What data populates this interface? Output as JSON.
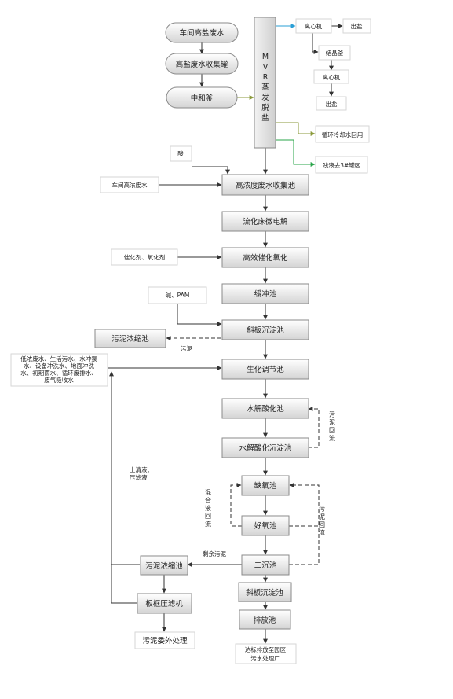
{
  "nodes": {
    "workshop_high_salt": "车间高盐废水",
    "high_salt_tank": "高盐废水收集罐",
    "neutralize_tank": "中和釜",
    "mvr": [
      "M",
      "V",
      "R",
      "蒸",
      "发",
      "脱",
      "盐"
    ],
    "centrifuge_1": "离心机",
    "salt_out_1": "出盐",
    "crystal_tank": "结晶釜",
    "centrifuge_2": "离心机",
    "salt_out_2": "出盐",
    "cooling_water_reuse": "循环冷却水回用",
    "residue_to_zone": "残液去3#罐区",
    "acid": "酸",
    "workshop_high_conc": "车间高浓废水",
    "high_conc_tank": "高浓度废水收集池",
    "fluidized_bed": "流化床微电解",
    "catalyst_input": "催化剂、氧化剂",
    "catalytic_oxidation": "高效催化氧化",
    "buffer_tank": "缓冲池",
    "alkali_pam": "碱、PAM",
    "inclined_settler_1": "斜板沉淀池",
    "sludge_thickener_1": "污泥浓缩池",
    "low_conc_water": [
      "低浓废水、生活污水、水冲泵",
      "水、设备冲洗水、地面冲洗",
      "水、初期雨水、循环废排水、",
      "废气吸收水"
    ],
    "bio_regulating": "生化调节池",
    "hydrolysis_acidification": "水解酸化池",
    "hydrolysis_settler": "水解酸化沉淀池",
    "anoxic_tank": "缺氧池",
    "aerobic_tank": "好氧池",
    "secondary_settler": "二沉池",
    "inclined_settler_2": "斜板沉淀池",
    "discharge_tank": "排放池",
    "park_wwtp": [
      "达标排放至园区",
      "污水处理厂"
    ],
    "sludge_thickener_2": "污泥浓缩池",
    "plate_frame_press": "板框压滤机",
    "sludge_outsource": "污泥委外处理"
  },
  "edge_labels": {
    "slag_sludge": "污泥",
    "sludge_return_1": [
      "污",
      "泥",
      "回",
      "流"
    ],
    "mixed_liquor_return": [
      "混",
      "合",
      "液",
      "回",
      "流"
    ],
    "sludge_return_2": [
      "污",
      "泥",
      "回",
      "流"
    ],
    "excess_sludge": "剩余污泥",
    "supernatant_filtrate": [
      "上清液、",
      "压滤液"
    ]
  }
}
